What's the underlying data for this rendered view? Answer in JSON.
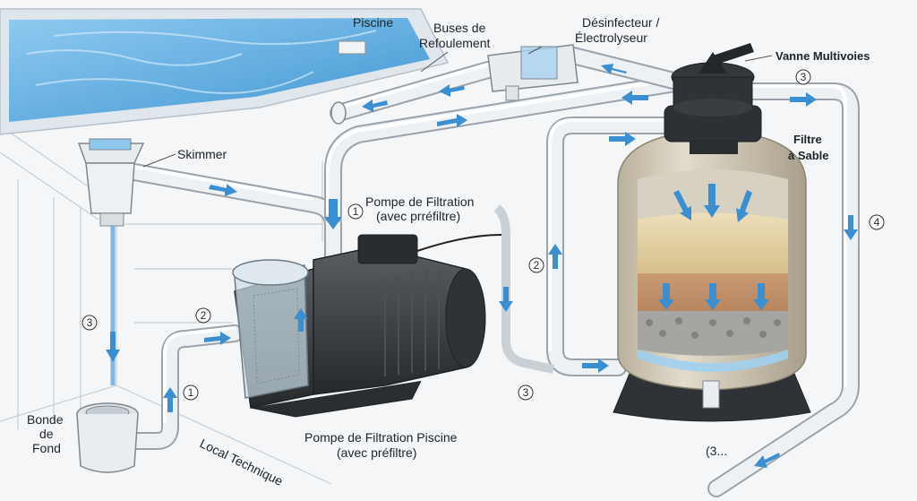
{
  "labels": {
    "piscine": "Piscine",
    "buses_line1": "Buses de",
    "buses_line2": "Refoulement",
    "desinfecteur_line1": "Désinfecteur /",
    "desinfecteur_line2": "Électrolyseur",
    "vanne": "Vanne Multivoies",
    "filtre_line1": "Filtre",
    "filtre_line2": "à Sable",
    "skimmer": "Skimmer",
    "pompe_top_line1": "Pompe de Filtration",
    "pompe_top_line2": "(avec prréfiltre)",
    "pompe_bottom_line1": "Pompe de Filtration Piscine",
    "pompe_bottom_line2": "(avec préfiltre)",
    "bonde_line1": "Bonde",
    "bonde_line2": "de",
    "bonde_line3": "Fond",
    "local": "Local Technique",
    "bottom_num": "(3..."
  },
  "numbers": {
    "n1_top": "1",
    "n1_bottom": "1",
    "n2_left": "2",
    "n2_mid": "2",
    "n3_left": "3",
    "n3_mid": "3",
    "n3_top_right": "3",
    "n4": "4"
  },
  "colors": {
    "water": "#6fb3e0",
    "pipe": "#e9edf0",
    "flow_arrow": "#3b8ed0",
    "tank": "#cfc6b4",
    "sand": "#e6d3a8",
    "gravel": "#9b9b98",
    "pump": "#3a3d41"
  }
}
